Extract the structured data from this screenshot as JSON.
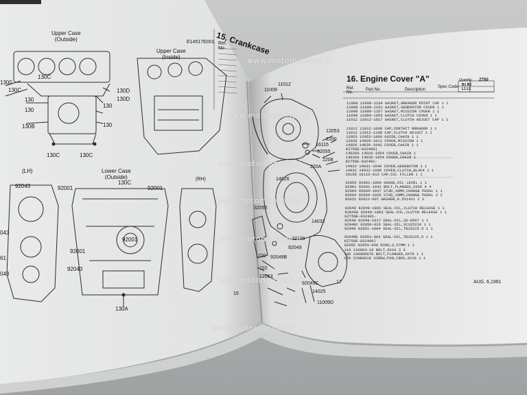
{
  "left_page": {
    "diagram_labels": {
      "upper_case_outside": "Upper Case\n(Outside)",
      "upper_case_inside": "Upper Case\n(Inside)",
      "lower_case_outside": "Lower Case\n(Outside)",
      "lh": "(LH)",
      "rh": "(RH)",
      "part_code_top": "E14517E001",
      "p130c_a": "130C",
      "p130c_b": "130C",
      "p130c_c": "130C",
      "p130c_d": "130C",
      "p130c_e": "130C",
      "p130d_a": "130D",
      "p130d_b": "130D",
      "p130_a": "130",
      "p130_b": "130",
      "p130_c": "130",
      "p130_d": "130",
      "p130b": "130B",
      "p130a": "130A",
      "p92043_a": "92043",
      "p92043_b": "92043",
      "p92001_a": "92001",
      "p92001_b": "92001",
      "p92001_c": "92001",
      "p92001_d": "92001",
      "p043_a": "043",
      "p043_b": "043",
      "p61": "61",
      "p1300": "1300",
      "page_no": "15"
    },
    "crankcase_title": "15. Crankcase",
    "ref_header": "Ref.\nNo."
  },
  "right_page": {
    "title": "16.  Engine Cover \"A\"",
    "header": {
      "ref": "Ref.\nNo.",
      "part_no": "Part No.",
      "description": "Description",
      "spec_code": "Spec Code",
      "quantity": "Quantity",
      "model": "Z750",
      "cols": "B1 B2\nL1 L2"
    },
    "rows": [
      "11009  11009-1164      GASKET,BREAKER POINT CAP          1 1",
      "11009  11009-1161      GASKET,GENERATOR COVER            1 1",
      "11009  11009-1167      GASKET,MISSION COVER              1 1",
      "11009  11009-1055      GASKET,CLUTCH COVER               1 1",
      "11012  11012-1017      GASKET,CLUTCH ADJUST CAP          1 1",
      "",
      "11012  11012-1098      CAP,CONTACT BREAKER               1 1",
      "11012  11012-1108      CAP,CLUTCH ADJUST                 1 1",
      "12053  12053-1006      GUIDE,CHAIN                       1 1",
      "12026  14026-1011      COVER,MISSION                     1 1",
      "14026  14026-1042      COVER,CHAIN                       1 1",
      "                                      KZ750E-032400)",
      "14026A 14026-1054      COVER,CHAIN                        1",
      "14026A 14026-1054      COVER,CHAIN                        1",
      "              KZ750E-032401-",
      "14032  14031-1040      COVER,GENERATOR                   1 1",
      "14032  14032-1006      COVER,CLUTCH,BLACK                1 1",
      "16156  16115-013       CAP,OIL FILLER                    1 1",
      "",
      "32055  92001-1009      GAUGE,OIL LEVEL                   1 1",
      "92001  92001-1041      BOLT,FLANGED,6X55                 4 4",
      "92004  92004-1037      STUD,10MM,CHANGE PEDAL            1 1",
      "92004  92004-1025      STUD,10MM,CHANGE PEDAL            2 2",
      "92022  92022-097       WASHER,8.5X14X1                   2 2",
      "",
      "92049  92049-1003      SEAL-OIL,CLUTCH RELEASE           1 1",
      "92049A 92049-1003      SEAL-OIL,CLUTCH RELEASE           1 1",
      "              KZ750E-032401-",
      "92049  92049-1017      SEAL-OIL,SD-8567                  1 1",
      "92049C 92050-026       SEAL-OIL,SC325210                 1 1",
      "92049  92051-1004      SEAL-OIL,TB15225.5                1 1",
      "",
      "92049E 92051-003       SEAL-OIL,TB15225,5                1 1",
      "                                      KZ750E-032400)",
      "92055  92055-049       RING,O,57MM                       1 1",
      "110    110064-16       BOLT,6X16                         3 3",
      "130    130060070       BOLT,FLANGED,6X70                 1 1",
      "220    220B0618        SCREW,PAN,CROS,6X18               1 1"
    ],
    "diagram_labels": {
      "l2200": "2200",
      "l16115": "16115",
      "l92055": "92055",
      "l220a": "220A",
      "l11009": "11009",
      "l11012": "11012",
      "l14026": "14026",
      "l12053": "12053",
      "l92049": "92049",
      "l32055": "32055",
      "l220": "220",
      "l92049b": "92049B",
      "l110": "110",
      "l12063": "12063",
      "l92049c": "92049C",
      "l14025": "14025",
      "l14032": "14032",
      "l22009": "22009",
      "l11009d": "11009D",
      "l2208": "2208"
    },
    "footer_left": "17",
    "footer_right": "AUG. 6,1981"
  },
  "watermarks": [
    "www.motomanuali.it",
    "www.motomanuali.it",
    "www.motomanuali.it",
    "www.motomanuali.it",
    "www.motomanuali.it",
    "www.motomanuali.it",
    "www.motomanuali.it"
  ]
}
